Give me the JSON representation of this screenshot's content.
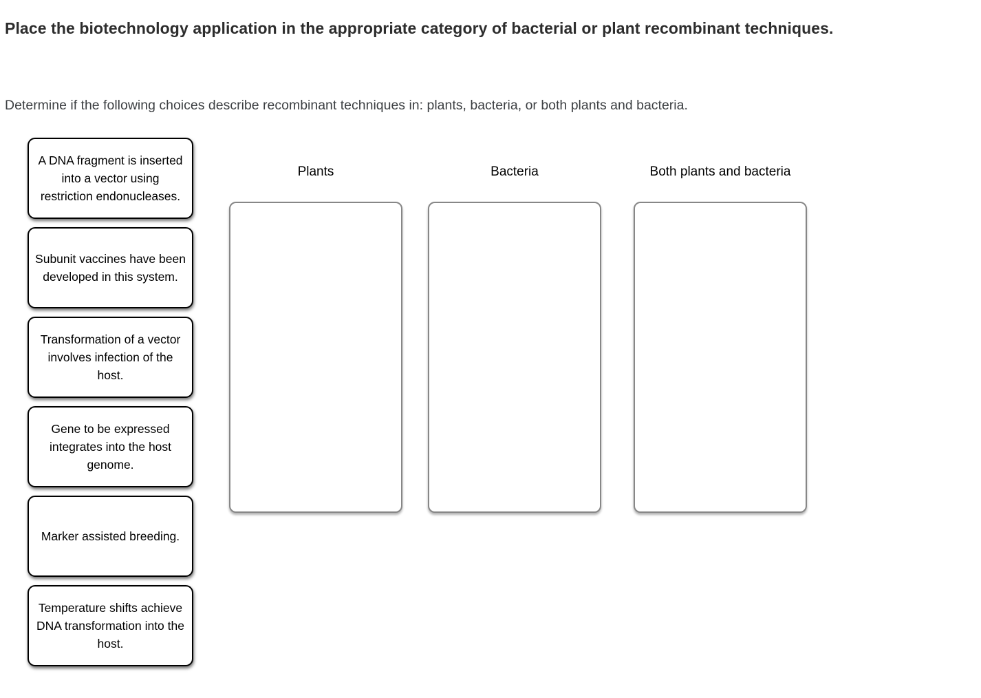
{
  "page": {
    "title": "Place the biotechnology application in the appropriate category of bacterial or plant recombinant techniques.",
    "instructions": "Determine if the following choices describe recombinant techniques in: plants, bacteria, or both plants and bacteria."
  },
  "draggables": [
    {
      "label": "A DNA fragment is inserted into a vector using restriction endonucleases."
    },
    {
      "label": "Subunit vaccines have been developed in this system."
    },
    {
      "label": "Transformation of a vector involves infection of the host."
    },
    {
      "label": "Gene to be expressed integrates into the host genome."
    },
    {
      "label": "Marker assisted breeding."
    },
    {
      "label": "Temperature shifts achieve DNA transformation into the host."
    }
  ],
  "categories": [
    {
      "label": "Plants"
    },
    {
      "label": "Bacteria"
    },
    {
      "label": "Both plants and bacteria"
    }
  ],
  "colors": {
    "card_border": "#000000",
    "dropzone_border": "#878787",
    "title_text": "#2d2d2d",
    "body_text": "#3d4043"
  }
}
